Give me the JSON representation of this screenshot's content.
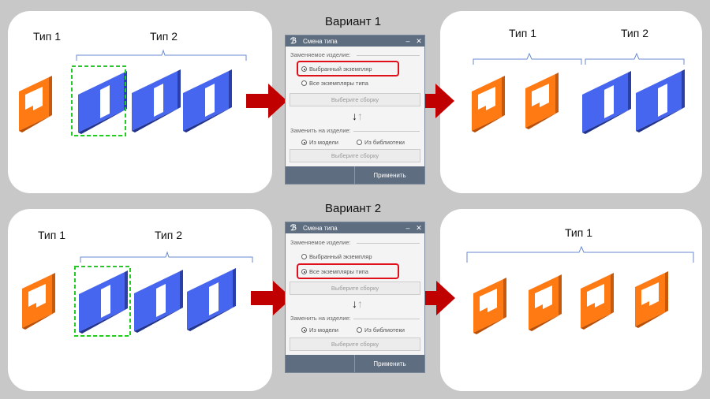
{
  "variant1": {
    "title": "Вариант 1",
    "left_labels": [
      "Тип 1",
      "Тип 2"
    ],
    "right_labels": [
      "Тип 1",
      "Тип 2"
    ],
    "dialog": {
      "window_title": "Смена типа",
      "replaced_section": "Заменяемое изделие:",
      "option_selected": "Выбранный экземпляр",
      "option_all": "Все экземпляры типа",
      "selected_option": "Выбранный экземпляр",
      "choose_assembly_top": "Выберите сборку",
      "replace_with_section": "Заменить на изделие:",
      "from_model": "Из модели",
      "from_library": "Из библиотеки",
      "choose_assembly_bottom": "Выберите сборку",
      "apply": "Применить"
    }
  },
  "variant2": {
    "title": "Вариант 2",
    "left_labels": [
      "Тип 1",
      "Тип 2"
    ],
    "right_labels": [
      "Тип 1"
    ],
    "dialog": {
      "window_title": "Смена типа",
      "replaced_section": "Заменяемое изделие:",
      "option_selected": "Выбранный экземпляр",
      "option_all": "Все экземпляры типа",
      "selected_option": "Все экземпляры типа",
      "choose_assembly_top": "Выберите сборку",
      "replace_with_section": "Заменить на изделие:",
      "from_model": "Из модели",
      "from_library": "Из библиотеки",
      "choose_assembly_bottom": "Выберите сборку",
      "apply": "Применить"
    }
  },
  "colors": {
    "background": "#c8c8c8",
    "orange_panel": "#ff7a12",
    "blue_panel": "#4766f0",
    "arrow": "#c00000",
    "selection_dashes": "#22cc22",
    "highlight": "#e0101a",
    "bracket": "#6a8ad0"
  }
}
